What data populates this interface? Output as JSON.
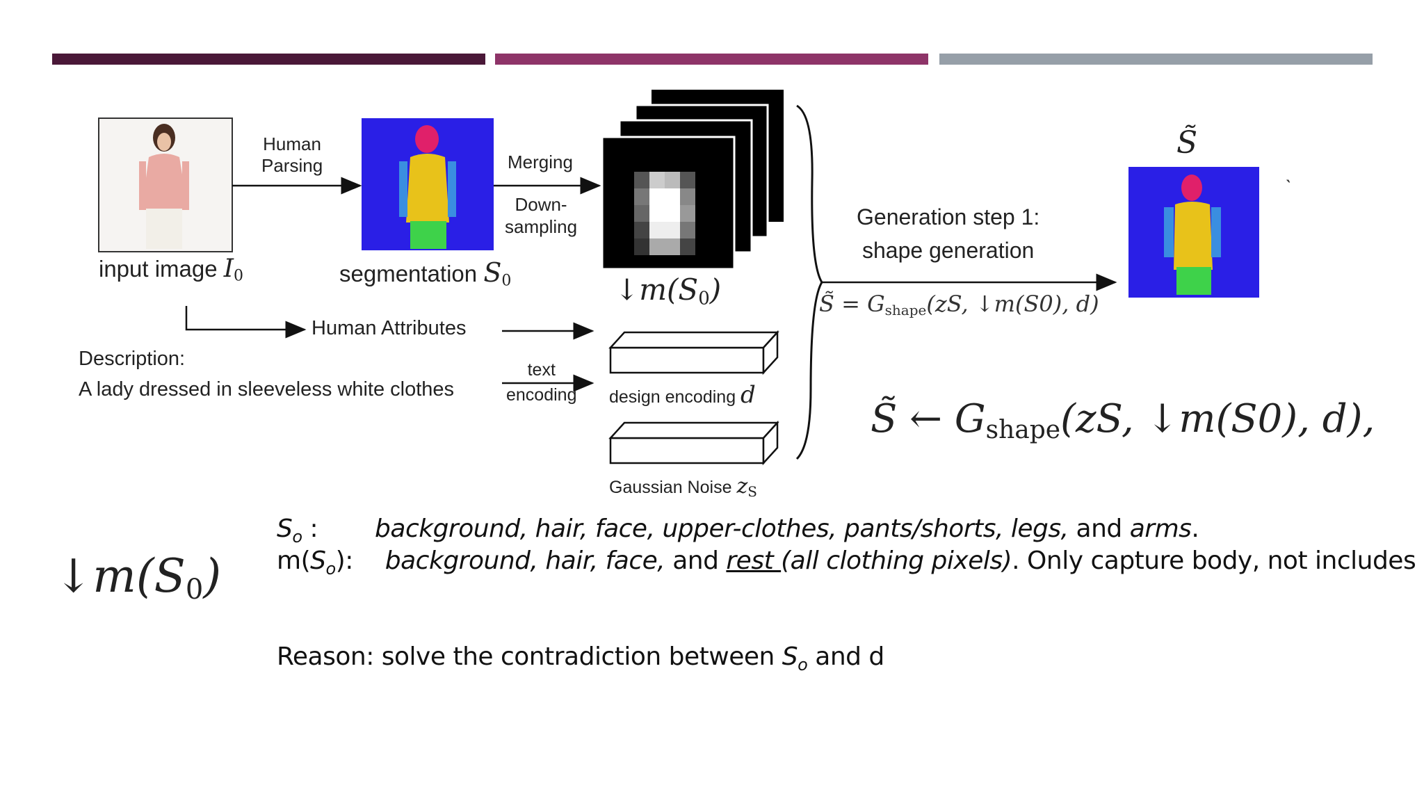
{
  "header": {
    "bar_colors": [
      "#4a1838",
      "#8e3468",
      "#969fa8"
    ]
  },
  "diagram": {
    "input_image_label": "input image",
    "input_image_symbol": "I",
    "input_image_sub": "0",
    "human_parsing_label_1": "Human",
    "human_parsing_label_2": "Parsing",
    "segmentation_label": "segmentation",
    "segmentation_symbol": "S",
    "segmentation_sub": "0",
    "merging_label": "Merging",
    "downsampling_label_1": "Down-",
    "downsampling_label_2": "sampling",
    "mask_label": "↓m(S",
    "mask_sub": "0",
    "mask_close": ")",
    "human_attributes_label": "Human Attributes",
    "description_heading": "Description:",
    "description_text": "A lady dressed in sleeveless white clothes",
    "text_encoding_label_1": "text",
    "text_encoding_label_2": "encoding",
    "design_encoding_label": "design encoding",
    "design_encoding_symbol": "d",
    "gaussian_noise_label": "Gaussian Noise",
    "gaussian_noise_symbol": "z",
    "gaussian_noise_sub": "S",
    "generation_step_title": "Generation step 1:",
    "generation_step_subtitle": "shape generation",
    "output_symbol": "S̃",
    "small_formula": "S̃ = G",
    "small_formula_sub": "shape",
    "small_formula_rest": "(zS, ↓m(S0), d)",
    "big_formula_lhs": "S̃ ← G",
    "big_formula_sub": "shape",
    "big_formula_rest": "(zS, ↓m(S0), d),",
    "mark_glyph": "ˋ",
    "seg_colors": {
      "background": "#2a1fe6",
      "hair": "#e0206a",
      "upper_clothes": "#e8c21a",
      "pants": "#3ed24a",
      "arms": "#3a8ee0"
    }
  },
  "notes": {
    "mask_symbol": "↓m(S",
    "mask_sub": "0",
    "mask_close": ")",
    "line1_label": "S",
    "line1_sub": "o",
    "line1_colon": " :",
    "line1_items": "background, hair, face, upper-clothes, pants/shorts, legs,",
    "line1_and": " and ",
    "line1_last": "arms",
    "line1_end": ".",
    "line2_label_pre": "m(",
    "line2_label_s": "S",
    "line2_label_sub": "o",
    "line2_label_post": "):",
    "line2_items": "background, hair, face,",
    "line2_and": " and ",
    "line2_rest": "rest ",
    "line2_paren": "(all clothing pixels)",
    "line2_end": ".  Only capture body,  not includes cloth",
    "reason_pre": "Reason: solve the contradiction between ",
    "reason_s": "S",
    "reason_sub": "o",
    "reason_post": " and d"
  }
}
